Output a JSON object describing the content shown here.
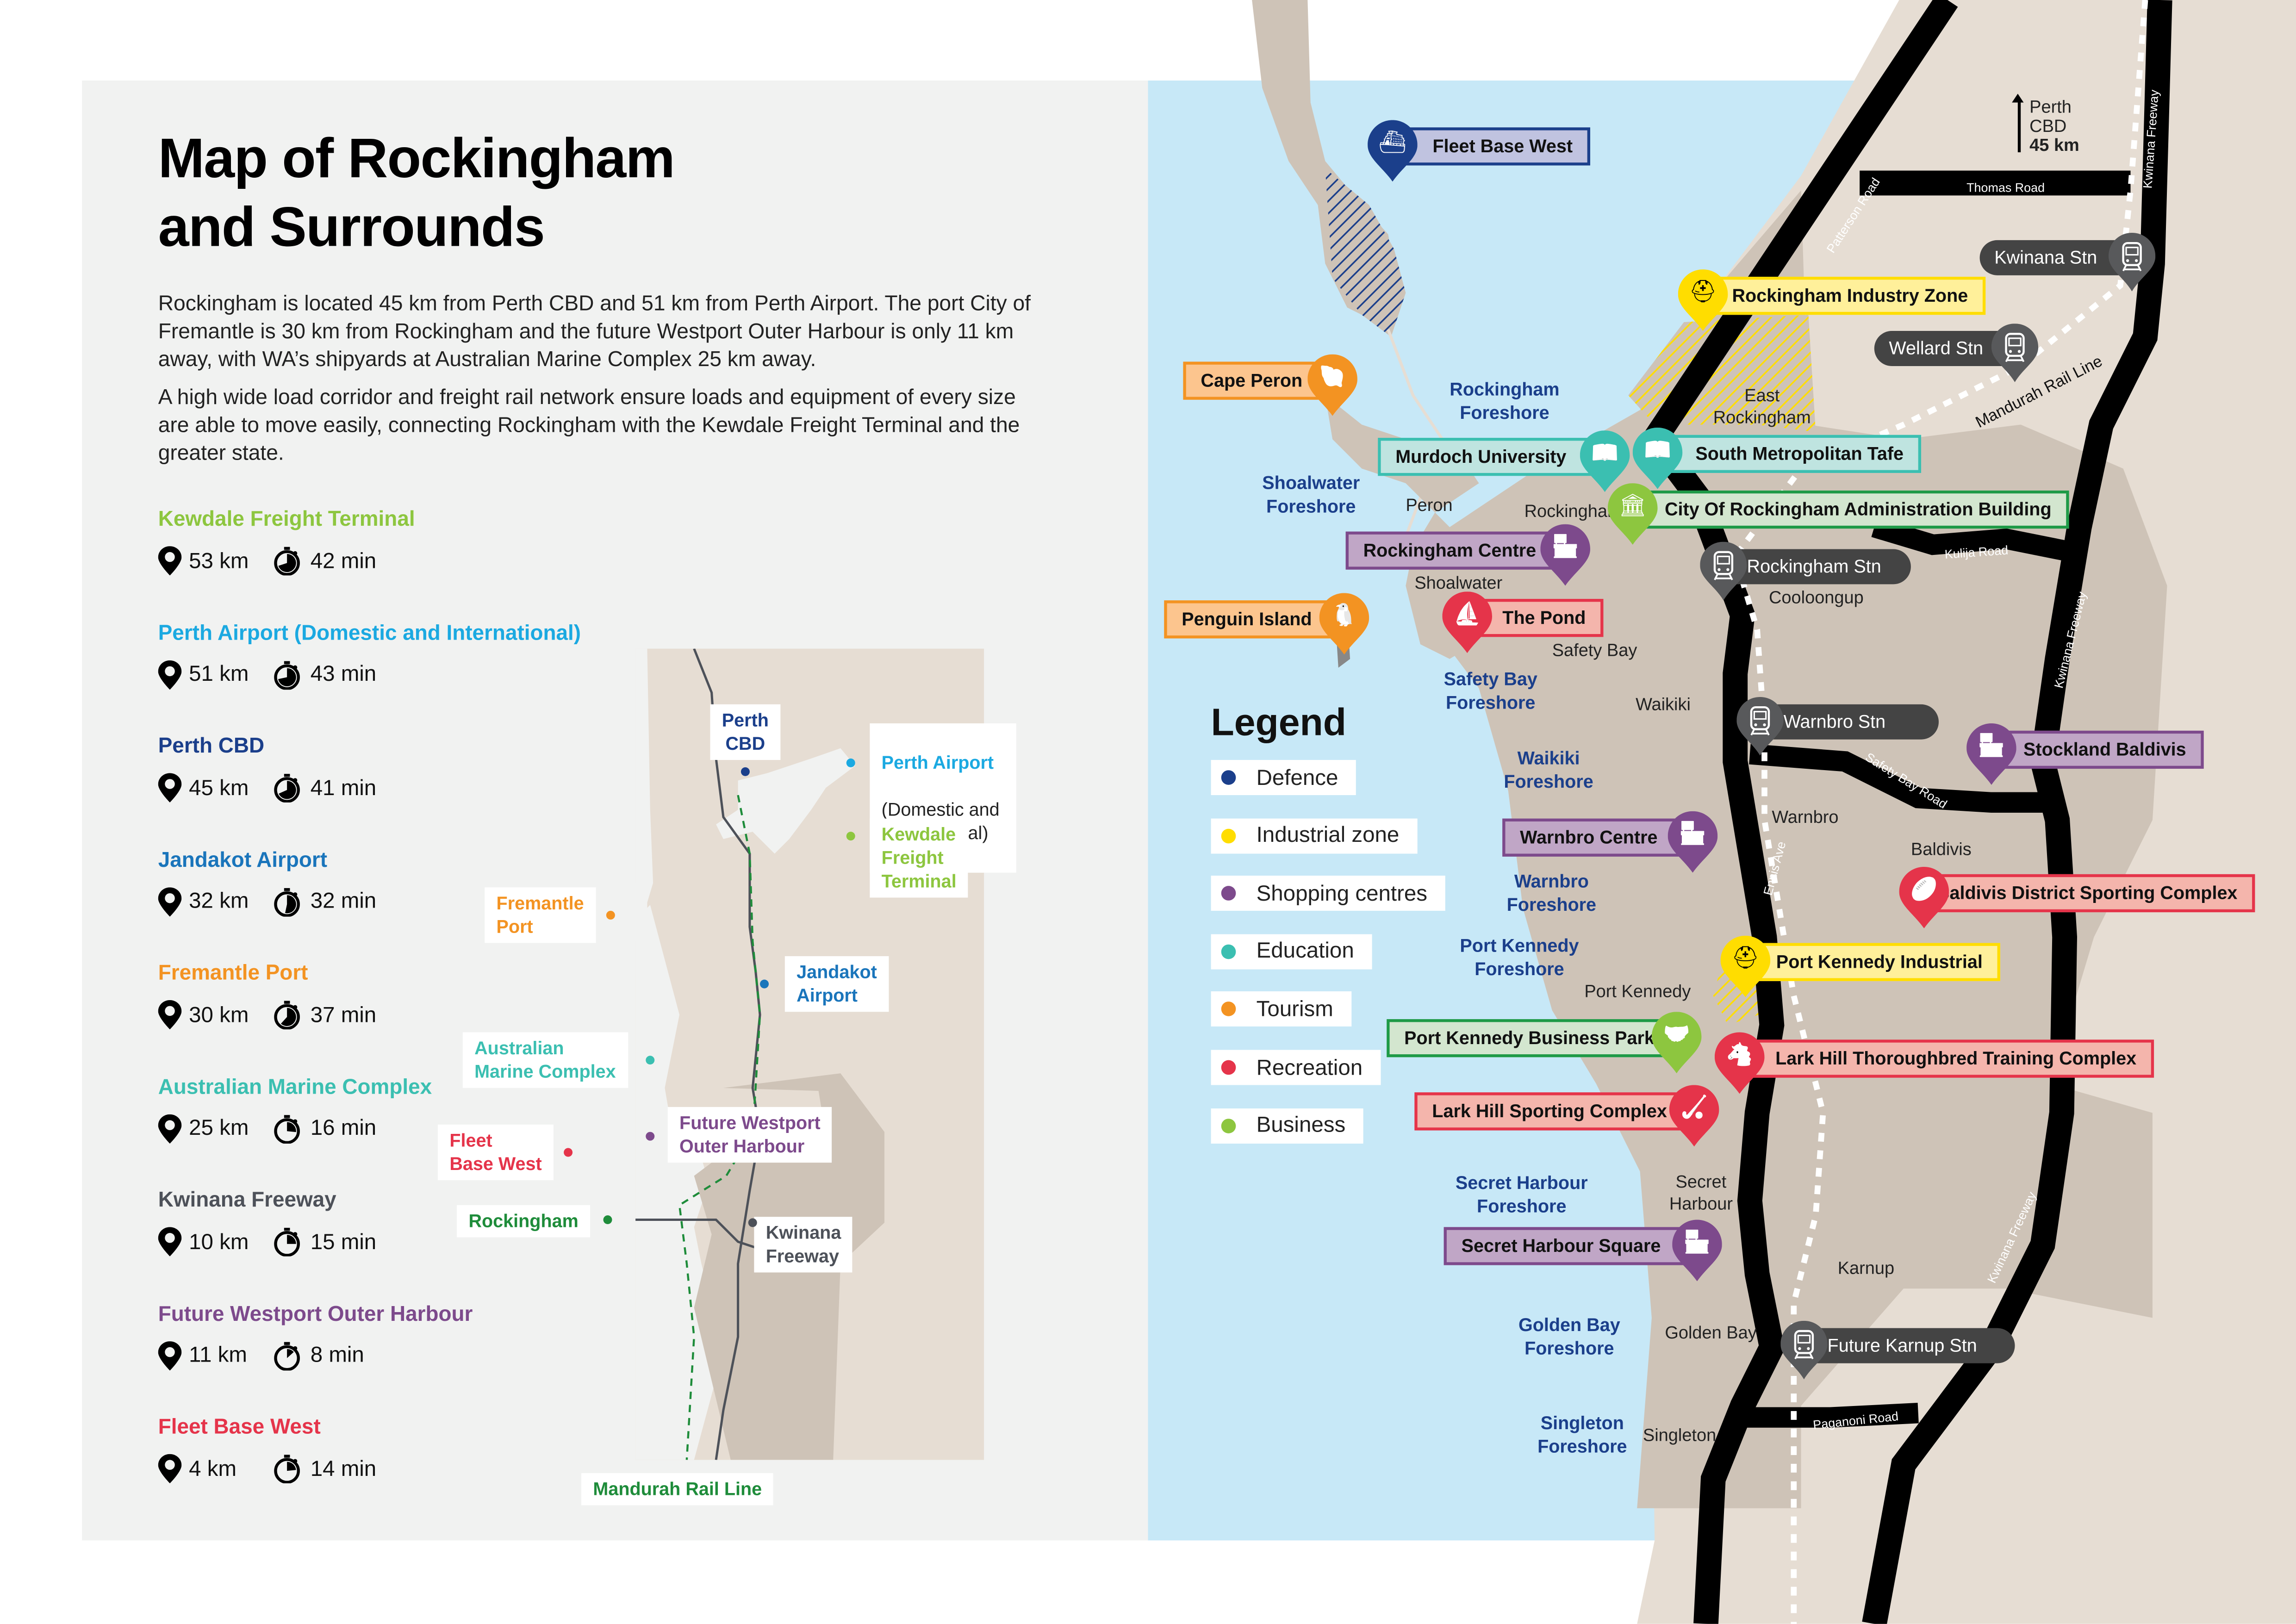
{
  "title": "Map of Rockingham\nand Surrounds",
  "intro": [
    "Rockingham is located 45 km from Perth CBD and 51 km from Perth Airport. The port City of Fremantle is 30 km from Rockingham and the future Westport Outer Harbour is only 11 km away, with WA’s shipyards at Australian Marine Complex 25 km away.",
    "A high wide load corridor and freight rail network ensure loads and equipment of every size are able to move easily, connecting Rockingham with the Kewdale Freight Terminal and the greater state."
  ],
  "destinations": [
    {
      "name": "Kewdale Freight Terminal",
      "color": "#8dc63f",
      "distance": "53 km",
      "time": "42 min"
    },
    {
      "name": "Perth Airport (Domestic and International)",
      "color": "#1ba9e1",
      "distance": "51 km",
      "time": "43 min"
    },
    {
      "name": "Perth CBD",
      "color": "#1b3f8b",
      "distance": "45 km",
      "time": "41 min"
    },
    {
      "name": "Jandakot Airport",
      "color": "#1a75bb",
      "distance": "32 km",
      "time": "32 min"
    },
    {
      "name": "Fremantle Port",
      "color": "#f39322",
      "distance": "30 km",
      "time": "37 min"
    },
    {
      "name": "Australian Marine Complex",
      "color": "#3bbfb1",
      "distance": "25 km",
      "time": "16 min"
    },
    {
      "name": "Kwinana Freeway",
      "color": "#4d5159",
      "distance": "10 km",
      "time": "15 min"
    },
    {
      "name": "Future Westport Outer Harbour",
      "color": "#7d4a8c",
      "distance": "11 km",
      "time": "8 min"
    },
    {
      "name": "Fleet Base West",
      "color": "#e5344a",
      "distance": "4 km",
      "time": "14 min"
    }
  ],
  "inset_map": {
    "labels": {
      "perth_cbd": "Perth\nCBD",
      "perth_airport_title": "Perth Airport",
      "perth_airport_sub": "(Domestic and\nInternational)",
      "kewdale": "Kewdale\nFreight\nTerminal",
      "fremantle": "Fremantle\nPort",
      "jandakot": "Jandakot\nAirport",
      "amc": "Australian\nMarine Complex",
      "westport": "Future Westport\nOuter Harbour",
      "fleet_base": "Fleet\nBase West",
      "rockingham": "Rockingham",
      "kwinana_fwy": "Kwinana\nFreeway",
      "mandurah_rail": "Mandurah Rail Line"
    }
  },
  "main_map": {
    "direction": {
      "line1": "Perth",
      "line2": "CBD",
      "distance": "45 km"
    },
    "roads": {
      "thomas": "Thomas Road",
      "patterson": "Patterson Road",
      "kwinana_fwy": "Kwinana Freeway",
      "kulija": "Kulija Road",
      "safety_bay_rd": "Safety Bay Road",
      "ennis": "Ennis Ave",
      "paganoni": "Paganoni Road",
      "mandurah_rail": "Mandurah Rail Line"
    },
    "places": {
      "east_rockingham": "East\nRockingham",
      "peron": "Peron",
      "rockingham": "Rockingham",
      "shoalwater": "Shoalwater",
      "cooloongup": "Cooloongup",
      "safety_bay": "Safety Bay",
      "waikiki": "Waikiki",
      "warnbro": "Warnbro",
      "baldivis": "Baldivis",
      "port_kennedy": "Port Kennedy",
      "secret_harbour": "Secret\nHarbour",
      "karnup": "Karnup",
      "golden_bay": "Golden Bay",
      "singleton": "Singleton"
    },
    "foreshores": {
      "rockingham": "Rockingham\nForeshore",
      "shoalwater": "Shoalwater\nForeshore",
      "safety_bay": "Safety Bay\nForeshore",
      "waikiki": "Waikiki\nForeshore",
      "warnbro": "Warnbro\nForeshore",
      "port_kennedy": "Port Kennedy\nForeshore",
      "secret_harbour": "Secret Harbour\nForeshore",
      "golden_bay": "Golden Bay\nForeshore",
      "singleton": "Singleton\nForeshore"
    },
    "pois": {
      "fleet_base_west": {
        "label": "Fleet Base West",
        "category": "Defence",
        "icon": "ship-icon"
      },
      "rockingham_industry_zone": {
        "label": "Rockingham Industry Zone",
        "category": "Industrial zone",
        "icon": "hard-hat-icon"
      },
      "cape_peron": {
        "label": "Cape Peron",
        "category": "Tourism",
        "icon": "shell-icon"
      },
      "murdoch_university": {
        "label": "Murdoch University",
        "category": "Education",
        "icon": "book-icon"
      },
      "south_metro_tafe": {
        "label": "South Metropolitan Tafe",
        "category": "Education",
        "icon": "book-icon"
      },
      "city_admin": {
        "label": "City Of Rockingham Administration Building",
        "category": "Business",
        "icon": "building-icon"
      },
      "rockingham_centre": {
        "label": "Rockingham Centre",
        "category": "Shopping centres",
        "icon": "shop-icon"
      },
      "penguin_island": {
        "label": "Penguin Island",
        "category": "Tourism",
        "icon": "penguin-icon"
      },
      "the_pond": {
        "label": "The Pond",
        "category": "Recreation",
        "icon": "windsurf-icon"
      },
      "stockland_baldivis": {
        "label": "Stockland Baldivis",
        "category": "Shopping centres",
        "icon": "shop-icon"
      },
      "warnbro_centre": {
        "label": "Warnbro Centre",
        "category": "Shopping centres",
        "icon": "shop-icon"
      },
      "baldivis_sporting": {
        "label": "Baldivis District Sporting Complex",
        "category": "Recreation",
        "icon": "football-icon"
      },
      "port_kennedy_industrial": {
        "label": "Port Kennedy Industrial",
        "category": "Industrial zone",
        "icon": "hard-hat-icon"
      },
      "port_kennedy_business": {
        "label": "Port Kennedy Business Park",
        "category": "Business",
        "icon": "handshake-icon"
      },
      "lark_hill_thoroughbred": {
        "label": "Lark Hill Thoroughbred Training Complex",
        "category": "Recreation",
        "icon": "horse-icon"
      },
      "lark_hill_sporting": {
        "label": "Lark Hill Sporting Complex",
        "category": "Recreation",
        "icon": "hockey-icon"
      },
      "secret_harbour_square": {
        "label": "Secret Harbour Square",
        "category": "Shopping centres",
        "icon": "shop-icon"
      }
    },
    "stations": {
      "kwinana": "Kwinana Stn",
      "wellard": "Wellard Stn",
      "rockingham": "Rockingham Stn",
      "warnbro": "Warnbro Stn",
      "karnup": "Future Karnup Stn"
    },
    "legend": {
      "title": "Legend",
      "items": [
        {
          "label": "Defence",
          "color": "#1b3f8b"
        },
        {
          "label": "Industrial zone",
          "color": "#ffdd00"
        },
        {
          "label": "Shopping centres",
          "color": "#7d4a8c"
        },
        {
          "label": "Education",
          "color": "#3bbfb1"
        },
        {
          "label": "Tourism",
          "color": "#f39322"
        },
        {
          "label": "Recreation",
          "color": "#e5344a"
        },
        {
          "label": "Business",
          "color": "#8dc63f"
        }
      ]
    }
  }
}
